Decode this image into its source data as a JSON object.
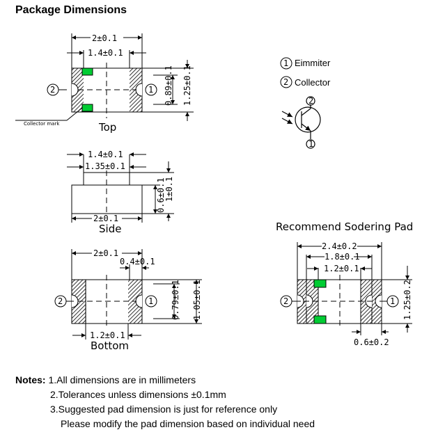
{
  "title": "Package Dimensions",
  "top_view": {
    "dim_width": "2±0.1",
    "dim_inner": "1.4±0.1",
    "dim_inner_h": "0.89±0.1",
    "dim_height": "1.25±0.1",
    "label": "Top",
    "collector_mark": "Collector mark",
    "pin_left": "2",
    "pin_right": "1"
  },
  "side_view": {
    "dim_top1": "1.4±0.1",
    "dim_top2": "1.35±0.1",
    "dim_h1": "0.6±0.1",
    "dim_h2": "1±0.1",
    "dim_width": "2±0.1",
    "label": "Side"
  },
  "bottom_view": {
    "dim_width": "2±0.1",
    "dim_pad": "0.4±0.1",
    "dim_inner_h": "0.79±0.1",
    "dim_height": "1.05±0.1",
    "dim_gap": "1.2±0.1",
    "label": "Bottom",
    "pin_left": "2",
    "pin_right": "1"
  },
  "legend": {
    "pin1_num": "1",
    "pin1_name": "Eimmiter",
    "pin2_num": "2",
    "pin2_name": "Collector",
    "sym_pin2": "2",
    "sym_pin1": "1"
  },
  "pad_view": {
    "title": "Recommend Sodering Pad",
    "dim_outer": "2.4±0.2",
    "dim_mid": "1.8±0.1",
    "dim_inner": "1.2±0.1",
    "dim_height": "1.25±0.2",
    "dim_pad": "0.6±0.2",
    "pin_left": "2",
    "pin_right": "1"
  },
  "notes": {
    "label": "Notes:",
    "n1": "1.All dimensions are in millimeters",
    "n2": "2.Tolerances unless dimensions ±0.1mm",
    "n3": "3.Suggested pad dimension is just for reference only",
    "n4": "Please modify the pad dimension based on individual need"
  },
  "colors": {
    "pad_fill": "#00cc33",
    "hatch": "#000000"
  }
}
